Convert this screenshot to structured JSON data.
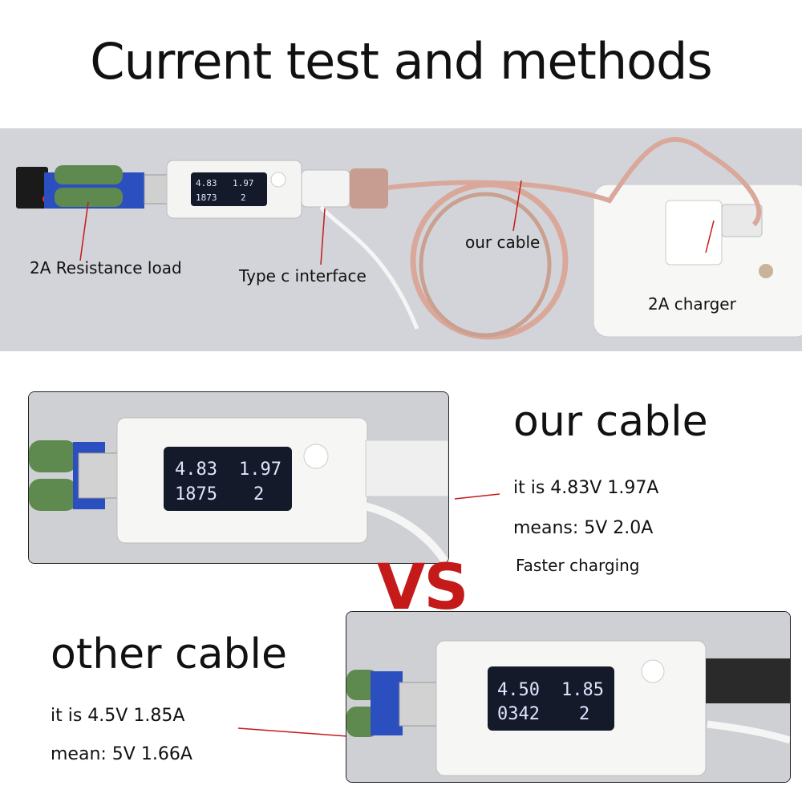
{
  "title": "Current test and methods",
  "top_photo": {
    "labels": {
      "resistance_load": "2A Resistance load",
      "type_c": "Type c interface",
      "our_cable": "our cable",
      "charger": "2A charger"
    },
    "meter": {
      "voltage": "4.83",
      "current": "1.97",
      "mah": "1873",
      "mode": "2"
    }
  },
  "our_cable": {
    "heading": "our cable",
    "line1": "it is 4.83V  1.97A",
    "line2": "means: 5V 2.0A",
    "line3": "Faster charging",
    "meter": {
      "voltage": "4.83",
      "current": "1.97",
      "mah": "1875",
      "mode": "2"
    }
  },
  "vs": "VS",
  "other_cable": {
    "heading": "other cable",
    "line1": "it is 4.5V  1.85A",
    "line2": "mean:  5V 1.66A",
    "meter": {
      "voltage": "4.50",
      "current": "1.85",
      "mah": "0342",
      "mode": "2"
    }
  },
  "colors": {
    "accent_red": "#c41a1a",
    "cable_pink": "#d9a89a",
    "lcd_bg": "#151a2a",
    "led_red": "#ff2a2a"
  }
}
